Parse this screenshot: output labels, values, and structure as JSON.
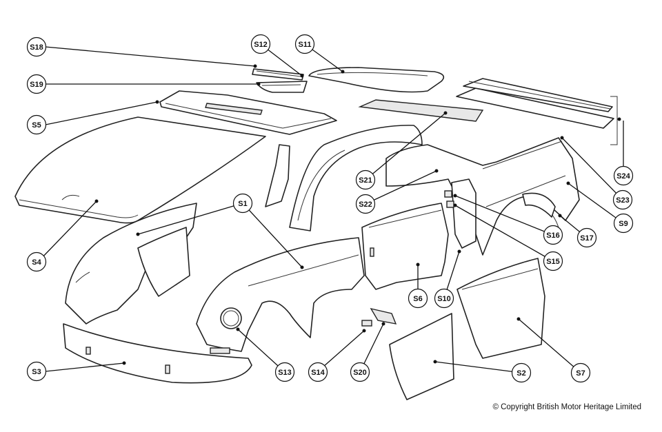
{
  "diagram": {
    "labels": [
      "S1",
      "S2",
      "S3",
      "S4",
      "S5",
      "S6",
      "S7",
      "S9",
      "S10",
      "S11",
      "S12",
      "S13",
      "S14",
      "S15",
      "S16",
      "S17",
      "S18",
      "S19",
      "S20",
      "S21",
      "S22",
      "S23",
      "S24"
    ]
  },
  "copyright": "© Copyright British Motor Heritage Limited"
}
